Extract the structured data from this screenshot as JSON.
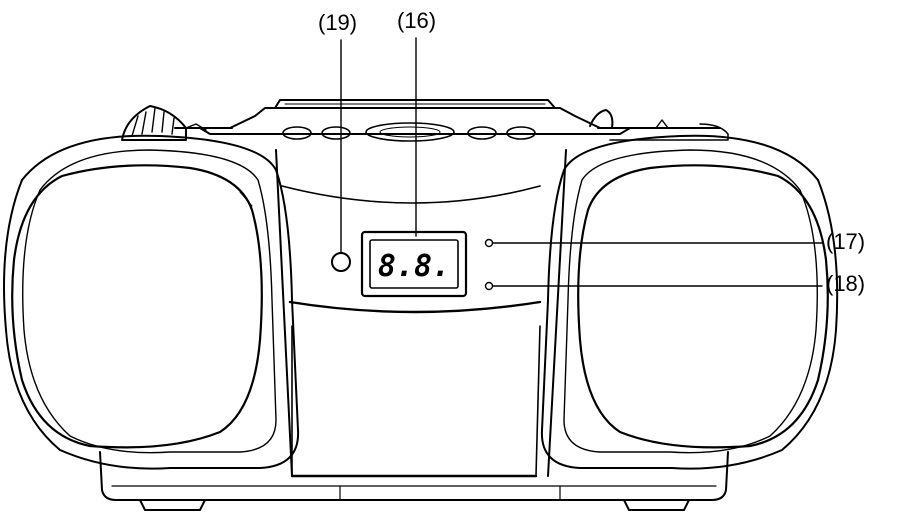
{
  "callouts": {
    "c19": "(19)",
    "c16": "(16)",
    "c17": "(17)",
    "c18": "(18)"
  },
  "display": {
    "readout": "8.8."
  },
  "colors": {
    "line": "#000000",
    "background": "#ffffff"
  }
}
